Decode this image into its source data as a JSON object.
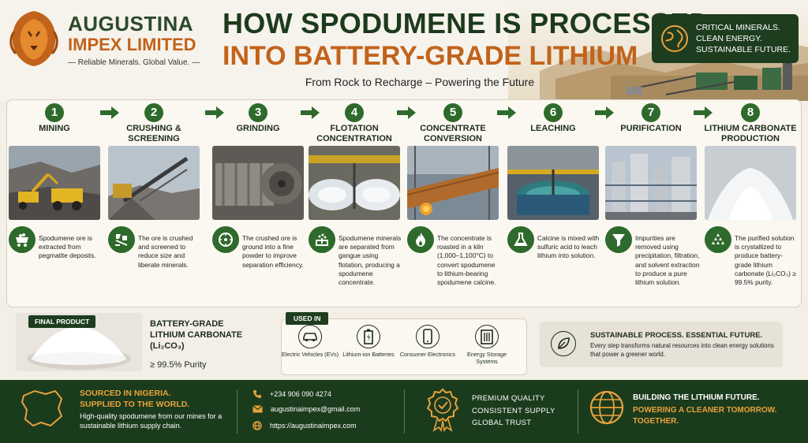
{
  "header": {
    "brand_name": "AUGUSTINA",
    "brand_sub": "IMPEX LIMITED",
    "brand_tagline": "— Reliable Minerals. Global Value. —",
    "title_line1": "HOW SPODUMENE IS PROCESSED",
    "title_line2": "INTO BATTERY-GRADE LITHIUM",
    "subtitle": "From Rock to Recharge – Powering the Future",
    "critical_box": {
      "line1": "CRITICAL MINERALS.",
      "line2": "CLEAN ENERGY.",
      "line3": "SUSTAINABLE FUTURE."
    }
  },
  "steps": [
    {
      "number": "1",
      "title": "MINING",
      "desc": "Spodumene ore is extracted from pegmatite deposits.",
      "icon": "mine-cart-icon"
    },
    {
      "number": "2",
      "title": "CRUSHING & SCREENING",
      "desc": "The ore is crushed and screened to reduce size and liberate minerals.",
      "icon": "crusher-icon"
    },
    {
      "number": "3",
      "title": "GRINDING",
      "desc": "The crushed ore is ground into a fine powder to improve separation efficiency.",
      "icon": "grinder-icon"
    },
    {
      "number": "4",
      "title": "FLOTATION CONCENTRATION",
      "desc": "Spodumene minerals are separated from gangue using flotation, producing a spodumene concentrate.",
      "icon": "flotation-icon"
    },
    {
      "number": "5",
      "title": "CONCENTRATE CONVERSION",
      "desc": "The concentrate is roasted in a kiln (1,000–1,100°C) to convert spodumene to lithium-bearing spodumene calcine.",
      "icon": "flame-icon"
    },
    {
      "number": "6",
      "title": "LEACHING",
      "desc": "Calcine is mixed with sulfuric acid to leach lithium into solution.",
      "icon": "flask-icon"
    },
    {
      "number": "7",
      "title": "PURIFICATION",
      "desc": "Impurities are removed using precipitation, filtration, and solvent extraction to produce a pure lithium solution.",
      "icon": "filter-icon"
    },
    {
      "number": "8",
      "title": "LITHIUM CARBONATE PRODUCTION",
      "desc": "The purified solution is crystallized to produce battery-grade lithium carbonate (Li₂CO₃) ≥ 99.5% purity.",
      "icon": "crystals-icon"
    }
  ],
  "final_product": {
    "label": "FINAL PRODUCT",
    "title_line1": "BATTERY-GRADE",
    "title_line2": "LITHIUM CARBONATE",
    "title_line3": "(Li₂CO₃)",
    "purity": "≥ 99.5% Purity"
  },
  "used_in": {
    "label": "USED IN",
    "items": [
      {
        "label": "Electric Vehicles (EVs)",
        "icon": "car-icon"
      },
      {
        "label": "Lithium-ion Batteries",
        "icon": "battery-icon"
      },
      {
        "label": "Consumer Electronics",
        "icon": "phone-icon"
      },
      {
        "label": "Energy Storage Systems",
        "icon": "storage-icon"
      }
    ]
  },
  "sustainable": {
    "title": "SUSTAINABLE PROCESS. ESSENTIAL FUTURE.",
    "text": "Every step transforms natural resources into clean energy solutions that power a greener world."
  },
  "footer": {
    "sourced_line1": "SOURCED IN NIGERIA.",
    "sourced_line2": "SUPPLIED TO THE WORLD.",
    "sourced_text": "High-quality spodumene from our mines for a sustainable lithium supply chain.",
    "phone": "+234 906 090 4274",
    "email": "augustinaimpex@gmail.com",
    "website": "https://augustinaimpex.com",
    "quality_line1": "PREMIUM QUALITY",
    "quality_line2": "CONSISTENT SUPPLY",
    "quality_line3": "GLOBAL TRUST",
    "future_line1": "BUILDING THE LITHIUM FUTURE.",
    "future_line2": "POWERING A CLEANER TOMORROW.",
    "future_line3": "TOGETHER."
  },
  "colors": {
    "dark_green": "#1e3d1f",
    "accent_green": "#2e6a2b",
    "accent_orange": "#c2631b",
    "footer_orange": "#e9a23b"
  }
}
